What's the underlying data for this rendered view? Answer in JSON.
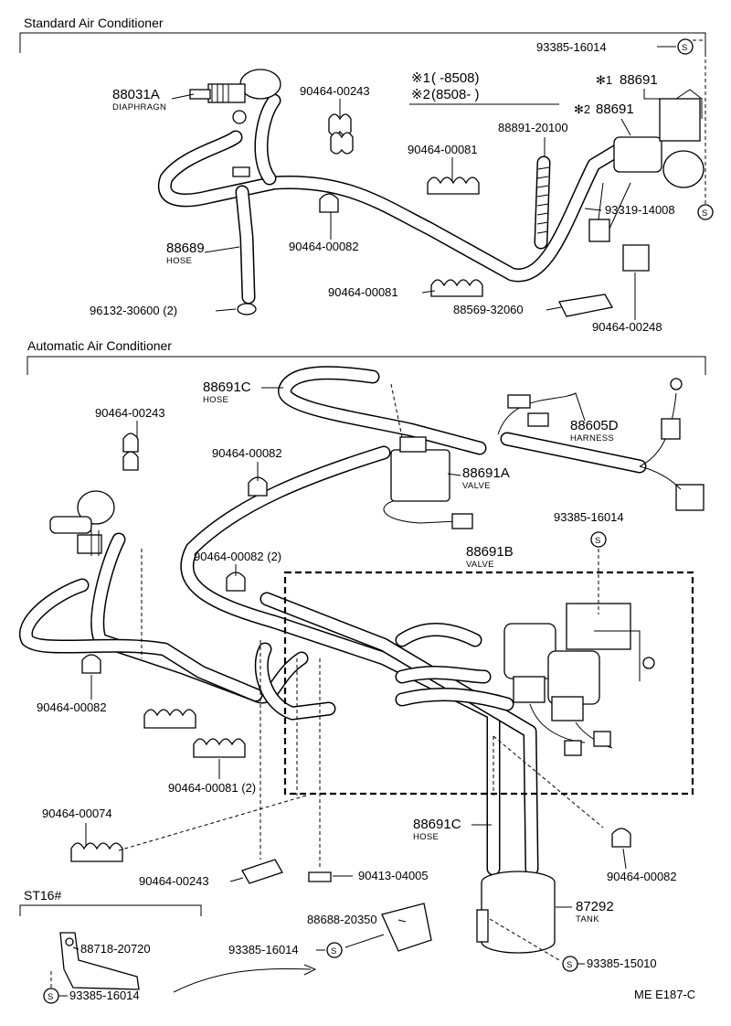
{
  "sections": {
    "standard": "Standard Air Conditioner",
    "automatic": "Automatic Air Conditioner",
    "st16": "ST16#"
  },
  "notes": {
    "n1_mark": "※1",
    "n1_text": "(        -8508)",
    "n2_mark": "※2",
    "n2_text": "(8508-        )",
    "star1": "✻1",
    "star2": "✻2"
  },
  "standard": {
    "p88031a": "88031A",
    "p88031a_sub": "DIAPHRAGN",
    "p90464_00243": "90464-00243",
    "p93385_16014": "93385-16014",
    "p88691_a": "88691",
    "p88691_b": "88691",
    "p88891": "88891-20100",
    "p90464_00081a": "90464-00081",
    "p93319": "93319-14008",
    "p88689": "88689",
    "p88689_sub": "HOSE",
    "p90464_00082": "90464-00082",
    "p90464_00081b": "90464-00081",
    "p88569": "88569-32060",
    "p90464_00248": "90464-00248",
    "p96132": "96132-30600 (2)"
  },
  "automatic": {
    "p88691c_top": "88691C",
    "p88691c_top_sub": "HOSE",
    "p90464_00243": "90464-00243",
    "p88605d": "88605D",
    "p88605d_sub": "HARNESS",
    "p90464_00082a": "90464-00082",
    "p88691a": "88691A",
    "p88691a_sub": "VALVE",
    "p93385_16014": "93385-16014",
    "p90464_00082_2": "90464-00082 (2)",
    "p88691b": "88691B",
    "p88691b_sub": "VALVE",
    "p90464_00082b": "90464-00082",
    "p90464_00081_2": "90464-00081  (2)",
    "p90464_00074": "90464-00074",
    "p88691c_bot": "88691C",
    "p88691c_bot_sub": "HOSE",
    "p90464_00082c": "90464-00082",
    "p90464_00243b": "90464-00243",
    "p90413": "90413-04005",
    "p88688": "88688-20350",
    "p87292": "87292",
    "p87292_sub": "TANK",
    "p93385_16014b": "93385-16014",
    "p93385_15010": "93385-15010"
  },
  "st16": {
    "p88718": "88718-20720",
    "p93385_16014": "93385-16014"
  },
  "s_mark": "S",
  "footer_code": "ME E187-C"
}
